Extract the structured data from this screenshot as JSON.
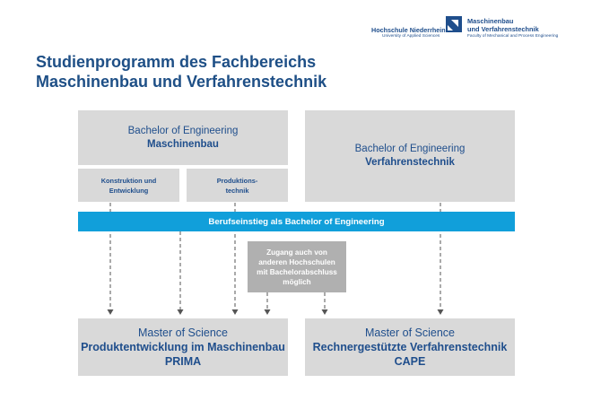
{
  "header": {
    "school_name": "Hochschule Niederrhein",
    "school_sub": "University of Applied Sciences",
    "faculty_line1": "Maschinenbau",
    "faculty_line2": "und Verfahrenstechnik",
    "faculty_sub": "Faculty of Mechanical and Process Engineering",
    "brand_color": "#1f4e8c"
  },
  "title": {
    "line1": "Studienprogramm des Fachbereichs",
    "line2": "Maschinenbau und Verfahrenstechnik"
  },
  "bachelor_mb": {
    "degree": "Bachelor of Engineering",
    "program": "Maschinenbau"
  },
  "bachelor_vt": {
    "degree": "Bachelor of Engineering",
    "program": "Verfahrenstechnik"
  },
  "tracks": {
    "konstruktion_line1": "Konstruktion und",
    "konstruktion_line2": "Entwicklung",
    "produktion_line1": "Produktions-",
    "produktion_line2": "technik"
  },
  "banner": {
    "text": "Berufseinstieg als Bachelor of Engineering",
    "color": "#119fda"
  },
  "note": {
    "line1": "Zugang auch von",
    "line2": "anderen Hochschulen",
    "line3": "mit Bachelorabschluss",
    "line4": "möglich"
  },
  "master_prima": {
    "degree": "Master of Science",
    "program": "Produktentwicklung im Maschinenbau",
    "acronym": "PRIMA"
  },
  "master_cape": {
    "degree": "Master of Science",
    "program": "Rechnergestützte Verfahrenstechnik",
    "acronym": "CAPE"
  },
  "colors": {
    "box_gray": "#d9d9d9",
    "note_gray": "#b0b0b0",
    "text_blue": "#1f4e8c"
  }
}
